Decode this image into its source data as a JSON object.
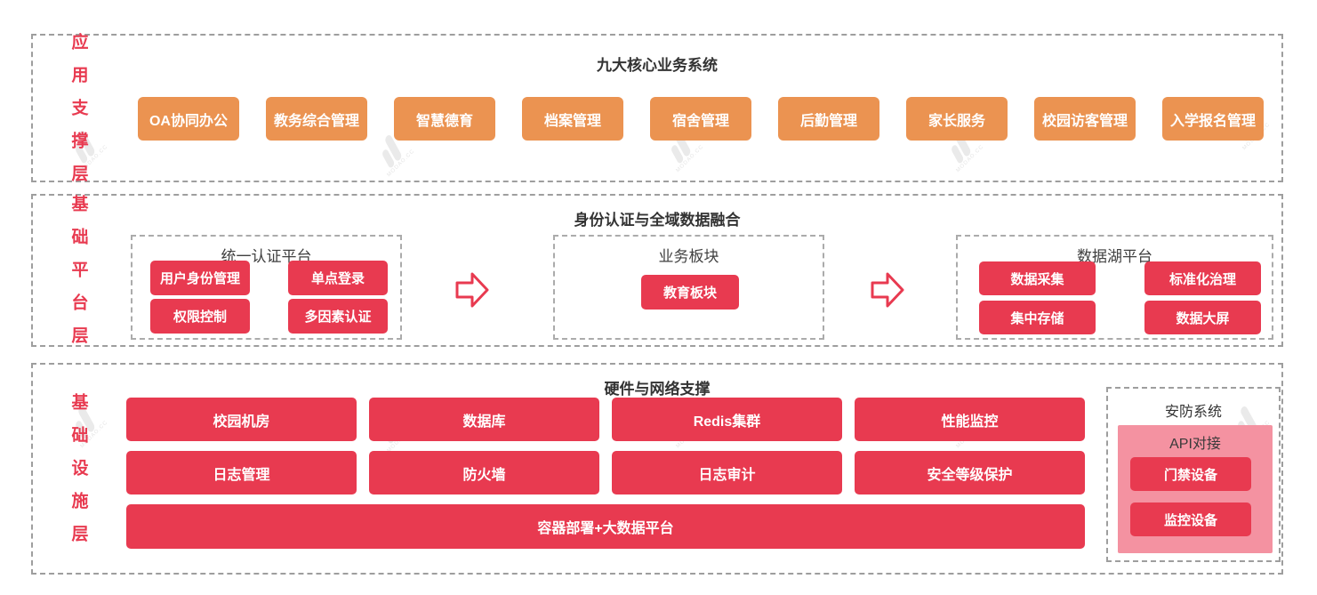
{
  "watermark": {
    "text": "MODAO.CC"
  },
  "colors": {
    "accent_red": "#E83A50",
    "accent_orange": "#EB9351",
    "panel_pink": "#F492A1",
    "dashed_border": "#9E9E9E",
    "title_text": "#333333"
  },
  "layers": [
    {
      "label": "应用支撑层",
      "title": "九大核心业务系统",
      "items": [
        "OA协同办公",
        "教务综合管理",
        "智慧德育",
        "档案管理",
        "宿舍管理",
        "后勤管理",
        "家长服务",
        "校园访客管理",
        "入学报名管理"
      ]
    },
    {
      "label": "基础平台层",
      "title": "身份认证与全域数据融合",
      "groups": [
        {
          "title": "统一认证平台",
          "items": [
            "用户身份管理",
            "单点登录",
            "权限控制",
            "多因素认证"
          ]
        },
        {
          "title": "业务板块",
          "items": [
            "教育板块"
          ]
        },
        {
          "title": "数据湖平台",
          "items": [
            "数据采集",
            "标准化治理",
            "集中存储",
            "数据大屏"
          ]
        }
      ]
    },
    {
      "label": "基础设施层",
      "title": "硬件与网络支撑",
      "grid": [
        "校园机房",
        "数据库",
        "Redis集群",
        "性能监控",
        "日志管理",
        "防火墙",
        "日志审计",
        "安全等级保护"
      ],
      "full_row": "容器部署+大数据平台",
      "security": {
        "title": "安防系统",
        "subtitle": "API对接",
        "items": [
          "门禁设备",
          "监控设备"
        ]
      }
    }
  ]
}
